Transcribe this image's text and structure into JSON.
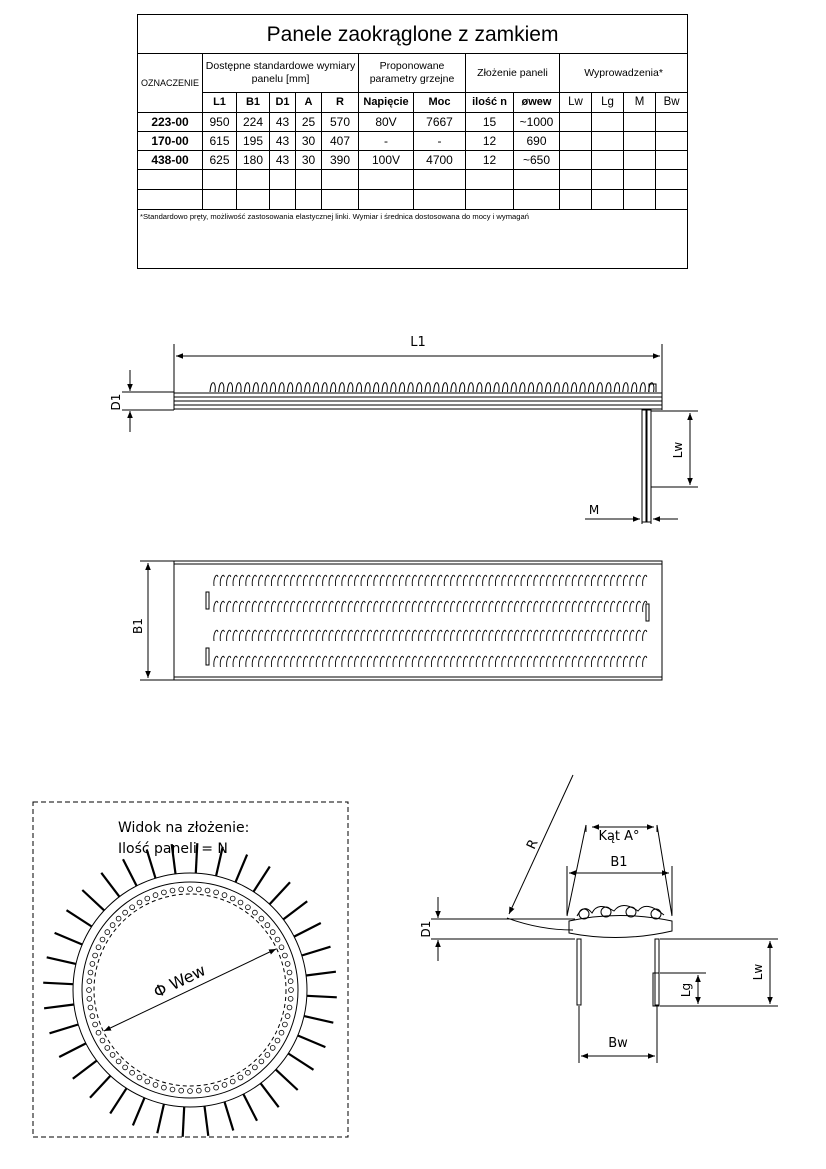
{
  "table": {
    "title": "Panele zaokrąglone z zamkiem",
    "col_oznaczenie": "OZNACZENIE",
    "group_dims": "Dostępne standardowe wymiary panelu  [mm]",
    "group_params": "Proponowane parametry grzejne",
    "group_zlozenie": "Złożenie paneli",
    "group_wyprow": "Wyprowadzenia*",
    "sub_headers": [
      "L1",
      "B1",
      "D1",
      "A",
      "R",
      "Napięcie",
      "Moc",
      "ilość n",
      "øwew",
      "Lw",
      "Lg",
      "M",
      "Bw"
    ],
    "rows": [
      [
        "223-00",
        "950",
        "224",
        "43",
        "25",
        "570",
        "80V",
        "7667",
        "15",
        "~1000",
        "",
        "",
        "",
        ""
      ],
      [
        "170-00",
        "615",
        "195",
        "43",
        "30",
        "407",
        "-",
        "-",
        "12",
        "690",
        "",
        "",
        "",
        ""
      ],
      [
        "438-00",
        "625",
        "180",
        "43",
        "30",
        "390",
        "100V",
        "4700",
        "12",
        "~650",
        "",
        "",
        "",
        ""
      ]
    ],
    "empty_rows": 2,
    "footnote": "*Standardowo pręty, możliwość zastosowania elastycznej linki. Wymiar i średnica dostosowana do mocy i wymagań"
  },
  "side_view": {
    "dim_L1": "L1",
    "dim_D1": "D1",
    "dim_Lw": "Lw",
    "dim_M": "M"
  },
  "top_view": {
    "dim_B1": "B1"
  },
  "assembly": {
    "title_line1": "Widok na złożenie:",
    "title_line2": "Ilość paneli = N",
    "diameter_label": "Φ Wew"
  },
  "section": {
    "dim_R": "R",
    "dim_angle": "Kąt A°",
    "dim_B1": "B1",
    "dim_D1": "D1",
    "dim_Lw": "Lw",
    "dim_Lg": "Lg",
    "dim_Bw": "Bw"
  }
}
